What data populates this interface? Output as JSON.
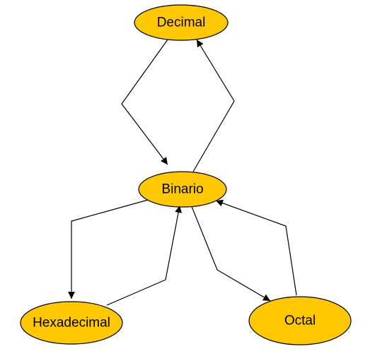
{
  "colors": {
    "node_fill": "#FFC800",
    "node_stroke": "#000000",
    "edge": "#000000",
    "background": "#FFFFFF"
  },
  "nodes": {
    "decimal": {
      "label": "Decimal"
    },
    "binario": {
      "label": "Binario"
    },
    "hexadecimal": {
      "label": "Hexadecimal"
    },
    "octal": {
      "label": "Octal"
    }
  },
  "edges": [
    {
      "from": "decimal",
      "to": "binario"
    },
    {
      "from": "binario",
      "to": "decimal"
    },
    {
      "from": "binario",
      "to": "hexadecimal"
    },
    {
      "from": "hexadecimal",
      "to": "binario"
    },
    {
      "from": "binario",
      "to": "octal"
    },
    {
      "from": "octal",
      "to": "binario"
    }
  ]
}
